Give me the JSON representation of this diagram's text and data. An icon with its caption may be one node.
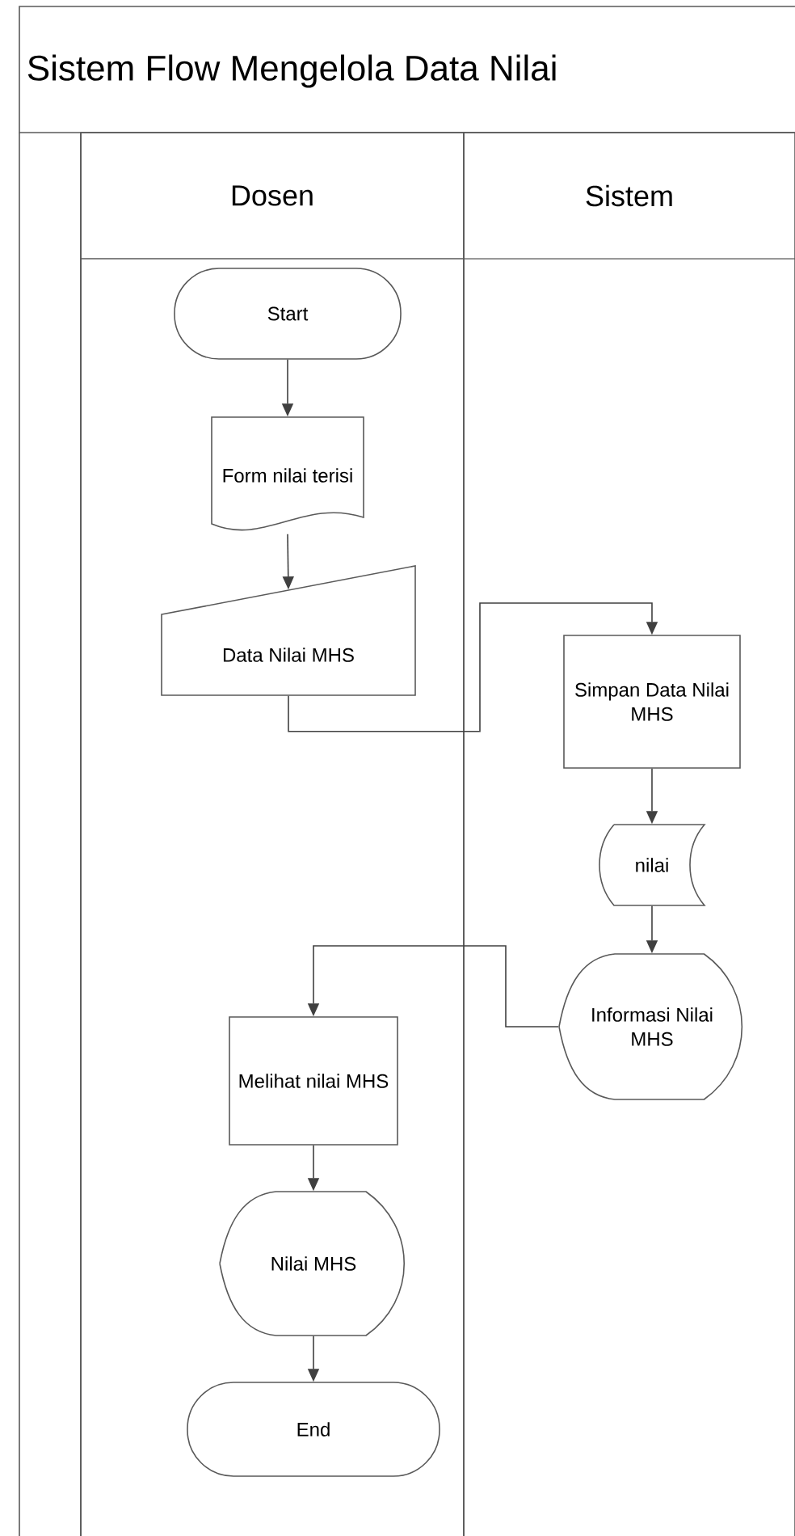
{
  "diagram": {
    "title": "Sistem Flow Mengelola Data Nilai",
    "nodes": [
      {
        "text": [
          "Dosen"
        ]
      },
      {
        "text": [
          "Sistem"
        ]
      },
      {
        "text": [
          "Start"
        ],
        "in": 0
      },
      {
        "text": [
          "Form nilai terisi"
        ],
        "in": 0
      },
      {
        "text": [
          "Data Nilai MHS"
        ],
        "in": 0
      },
      {
        "text": [
          "Simpan Data Nilai MHS"
        ],
        "in": 1
      },
      {
        "text": [
          "nilai"
        ],
        "in": 1
      },
      {
        "text": [
          "Informasi Nilai MHS"
        ],
        "in": 1
      },
      {
        "text": [
          "Melihat nilai MHS"
        ],
        "in": 0
      },
      {
        "text": [
          "Nilai MHS"
        ],
        "in": 0
      },
      {
        "text": [
          "End"
        ],
        "in": 0
      }
    ],
    "edges": [
      {
        "from": 2,
        "to": 3,
        "arrow": "to"
      },
      {
        "from": 3,
        "to": 4,
        "arrow": "to"
      },
      {
        "from": 4,
        "to": 5,
        "arrow": "to"
      },
      {
        "from": 5,
        "to": 6,
        "arrow": "to"
      },
      {
        "from": 6,
        "to": 7,
        "arrow": "to"
      },
      {
        "from": 7,
        "to": 8,
        "arrow": "to"
      },
      {
        "from": 8,
        "to": 9,
        "arrow": "to"
      },
      {
        "from": 9,
        "to": 10,
        "arrow": "to"
      }
    ]
  }
}
